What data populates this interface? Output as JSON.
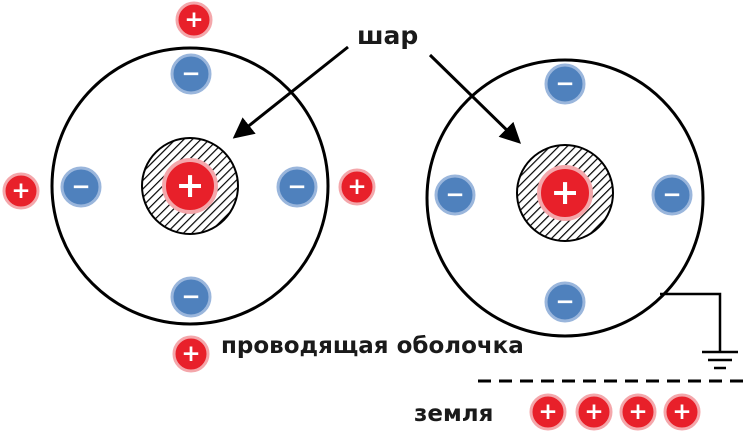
{
  "labels": {
    "ball": "шар",
    "shell": "проводящая оболочка",
    "ground": "земля"
  },
  "symbols": {
    "plus": "+",
    "minus": "−"
  },
  "colors": {
    "positive_fill": "#e8202a",
    "positive_ring": "#f4a7ab",
    "negative_fill": "#4f81bd",
    "negative_ring": "#9ab6dc",
    "outline": "#000000"
  }
}
